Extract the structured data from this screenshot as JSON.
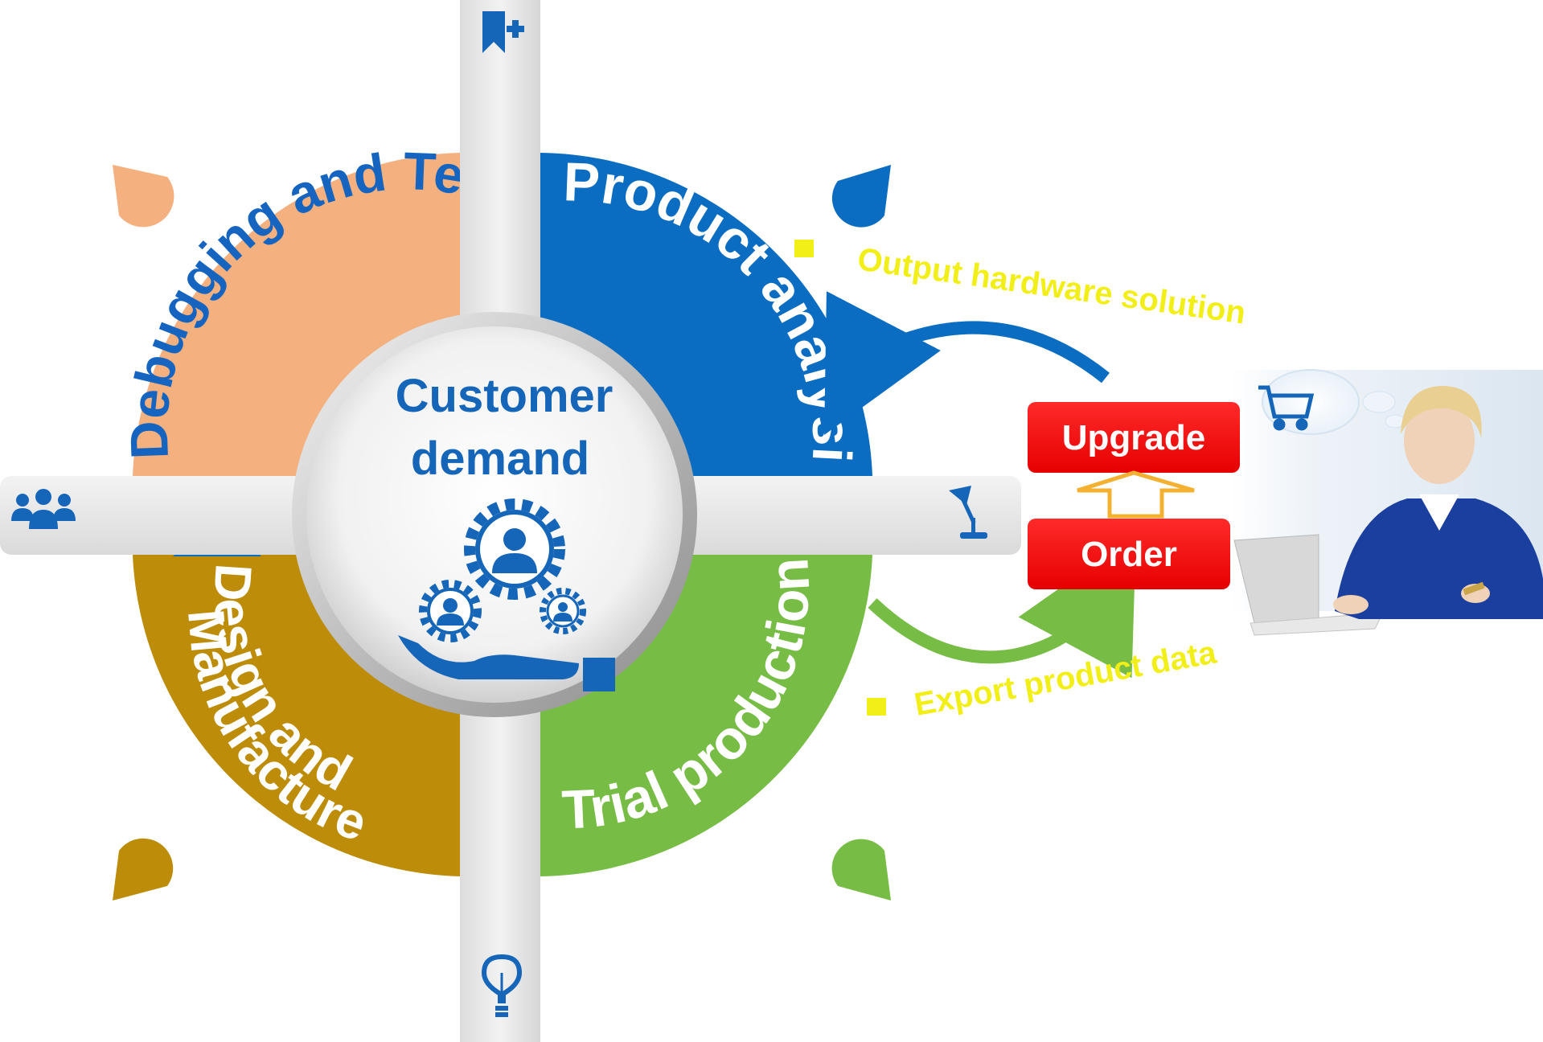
{
  "center": {
    "line1": "Customer",
    "line2": "demand"
  },
  "segments": [
    {
      "label": "Product analysis",
      "color": "#0a6dc2"
    },
    {
      "label": "Trial production",
      "color": "#77bd45"
    },
    {
      "label": "Design and",
      "label2": "Manufacture",
      "color": "#bd8c08"
    },
    {
      "label": "Debugging and Test",
      "color": "#f4b07f"
    }
  ],
  "notes": {
    "top": "Output hardware solution",
    "bottom": "Export product data",
    "color": "#f2ef18"
  },
  "buttons": {
    "upgrade": "Upgrade",
    "order": "Order",
    "color": "#ff0000"
  },
  "icons": [
    "bookmark-plus-icon",
    "team-icon",
    "desk-lamp-icon",
    "lightbulb-icon",
    "gears-people-hand-icon",
    "shopping-cart-icon"
  ],
  "colors": {
    "accent_blue": "#0a6dc2",
    "bar_gray": "#ececec"
  }
}
